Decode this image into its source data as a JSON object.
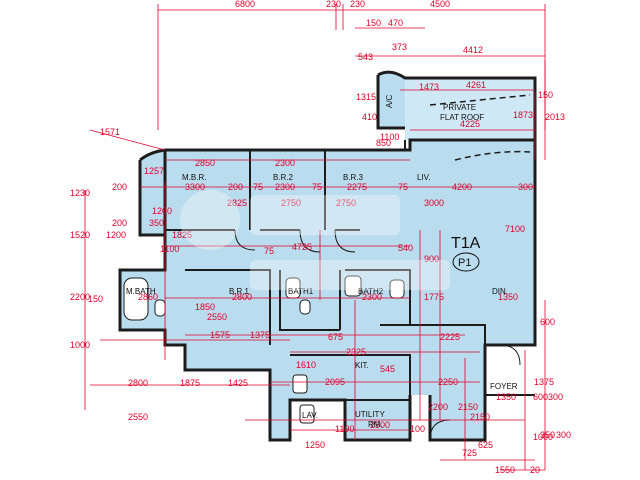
{
  "colors": {
    "wall": "#1c1c1c",
    "room_fill": "#b9dcee",
    "terrace_fill": "#cfe8f5",
    "dimension": "#e0002a",
    "background": "#ffffff",
    "watermark": "#ffffff"
  },
  "unit": {
    "code": "T1A",
    "position_label": "P1"
  },
  "rooms": {
    "master_bedroom": "M.B.R.",
    "bedroom_2": "B.R.2",
    "bedroom_3": "B.R.3",
    "living": "LIV.",
    "dining": "DIN.",
    "master_bath": "M.BATH",
    "bedroom_1": "B.R.1",
    "bath_1": "BATH1",
    "bath_2": "BATH2",
    "kitchen": "KIT.",
    "foyer": "FOYER",
    "utility": "UTILITY",
    "utility_room": "RM.",
    "lavatory": "LAV.",
    "private_flat_roof_1": "PRIVATE",
    "private_flat_roof_2": "FLAT ROOF",
    "ac_platform": "A/C"
  },
  "dimensions": {
    "top": [
      "6800",
      "230",
      "230",
      "4500",
      "150",
      "470",
      "373",
      "543",
      "4412",
      "4261",
      "4225",
      "150",
      "1473",
      "1315",
      "410",
      "1100",
      "850",
      "1571",
      "2013",
      "1873"
    ],
    "interior_top": [
      "2850",
      "3300",
      "2300",
      "2300",
      "2275",
      "200",
      "200",
      "75",
      "75",
      "75",
      "4200",
      "300",
      "1257",
      "1200",
      "2825",
      "2750",
      "2750",
      "3000",
      "7100"
    ],
    "interior_mid": [
      "4725",
      "540",
      "900",
      "1775",
      "1350",
      "2800",
      "2860",
      "2300",
      "600",
      "75",
      "1100",
      "1825",
      "350",
      "200",
      "1200",
      "1230",
      "1520",
      "2200",
      "1000",
      "150"
    ],
    "interior_low": [
      "1375",
      "1575",
      "2550",
      "1850",
      "2325",
      "2225",
      "675",
      "1610",
      "2095",
      "545",
      "2250",
      "1375",
      "600",
      "300",
      "1000",
      "1425",
      "1875",
      "2800",
      "2550"
    ],
    "bottom": [
      "2500",
      "1190",
      "1250",
      "1550",
      "20",
      "625",
      "350",
      "300",
      "1350",
      "2150",
      "2200",
      "100",
      "725",
      "2150"
    ]
  }
}
